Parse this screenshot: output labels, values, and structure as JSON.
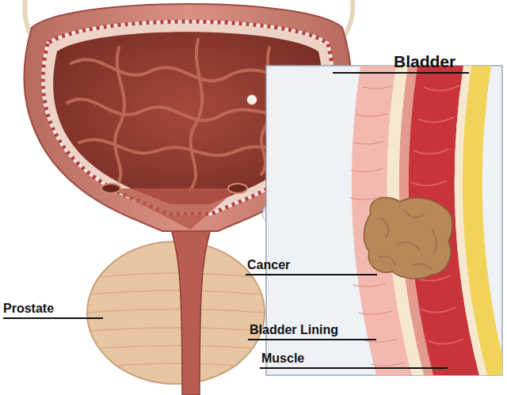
{
  "diagram": {
    "labels": [
      "Bladder",
      "Cancer",
      "Prostate",
      "Bladder Lining",
      "Muscle"
    ]
  }
}
